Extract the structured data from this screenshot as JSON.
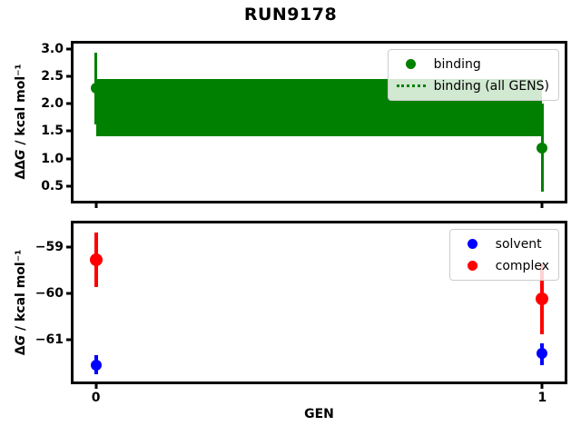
{
  "title": "RUN9178",
  "colors": {
    "binding": "#008000",
    "solvent": "#0000ff",
    "complex": "#ff0000",
    "spine": "#000000",
    "legend_border": "#cccccc"
  },
  "chart_data": [
    {
      "type": "scatter",
      "title": "",
      "ylabel": "ΔΔG / kcal mol⁻¹",
      "ylabel_parts": [
        {
          "text": "ΔΔ",
          "italic": false
        },
        {
          "text": "G",
          "italic": true
        },
        {
          "text": " / kcal mol⁻¹",
          "italic": false
        }
      ],
      "xlabel": "",
      "xlim": [
        -0.05,
        1.05
      ],
      "ylim": [
        0.23,
        3.1
      ],
      "yticks": [
        {
          "value": 3.0,
          "label": "3.0"
        },
        {
          "value": 2.5,
          "label": "2.5"
        },
        {
          "value": 2.0,
          "label": "2.0"
        },
        {
          "value": 1.5,
          "label": "1.5"
        },
        {
          "value": 1.0,
          "label": "1.0"
        },
        {
          "value": 0.5,
          "label": "0.5"
        }
      ],
      "xticks": [
        {
          "value": 0,
          "label": ""
        },
        {
          "value": 1,
          "label": ""
        }
      ],
      "grid": false,
      "band": {
        "name": "binding (all GENS)",
        "color": "#008000",
        "x0": 0,
        "x1": 1,
        "y_lo": 1.4,
        "y_hi": 2.45,
        "center_linestyle": "dotted"
      },
      "series": [
        {
          "name": "binding",
          "color": "#008000",
          "linewidth": 3,
          "markersize": 12,
          "points": [
            {
              "x": 0,
              "y": 2.28,
              "err_lo": 1.62,
              "err_hi": 2.93
            },
            {
              "x": 1,
              "y": 1.2,
              "err_lo": 0.4,
              "err_hi": 2.0
            }
          ]
        }
      ],
      "legend": {
        "position": "upper right",
        "items": [
          {
            "label": "binding",
            "marker": "dot",
            "color": "#008000"
          },
          {
            "label": "binding (all GENS)",
            "marker": "dotted-line",
            "color": "#008000"
          }
        ]
      }
    },
    {
      "type": "scatter",
      "title": "",
      "ylabel": "ΔG / kcal mol⁻¹",
      "ylabel_parts": [
        {
          "text": "Δ",
          "italic": false
        },
        {
          "text": "G",
          "italic": true
        },
        {
          "text": " / kcal mol⁻¹",
          "italic": false
        }
      ],
      "xlabel": "GEN",
      "xlim": [
        -0.05,
        1.05
      ],
      "ylim": [
        -61.91,
        -58.5
      ],
      "yticks": [
        {
          "value": -59,
          "label": "−59"
        },
        {
          "value": -60,
          "label": "−60"
        },
        {
          "value": -61,
          "label": "−61"
        }
      ],
      "xticks": [
        {
          "value": 0,
          "label": "0"
        },
        {
          "value": 1,
          "label": "1"
        }
      ],
      "grid": false,
      "series": [
        {
          "name": "solvent",
          "color": "#0000ff",
          "linewidth": 4,
          "markersize": 12,
          "points": [
            {
              "x": 0,
              "y": -61.55,
              "err_lo": -61.75,
              "err_hi": -61.35
            },
            {
              "x": 1,
              "y": -61.31,
              "err_lo": -61.56,
              "err_hi": -61.09
            }
          ]
        },
        {
          "name": "complex",
          "color": "#ff0000",
          "linewidth": 4,
          "markersize": 14,
          "points": [
            {
              "x": 0,
              "y": -59.28,
              "err_lo": -59.87,
              "err_hi": -58.69
            },
            {
              "x": 1,
              "y": -60.12,
              "err_lo": -60.9,
              "err_hi": -59.36
            }
          ]
        }
      ],
      "legend": {
        "position": "upper right",
        "items": [
          {
            "label": "solvent",
            "marker": "dot",
            "color": "#0000ff"
          },
          {
            "label": "complex",
            "marker": "dot",
            "color": "#ff0000"
          }
        ]
      }
    }
  ]
}
